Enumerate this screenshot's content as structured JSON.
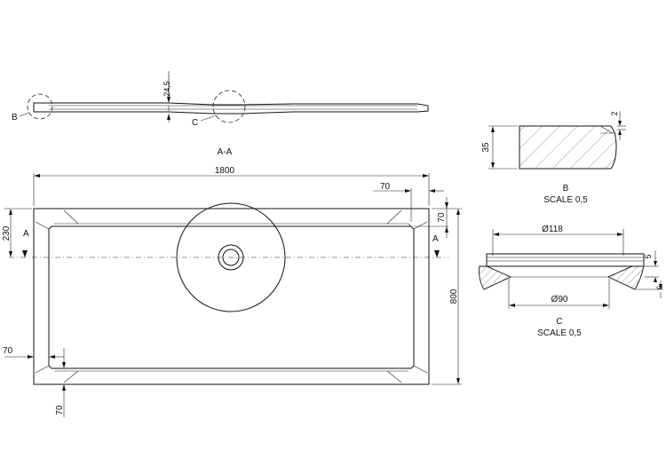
{
  "section": {
    "label": "A-A",
    "thickness": "24,5",
    "detail_b": "B",
    "detail_c": "C"
  },
  "plan": {
    "width": "1800",
    "depth": "800",
    "rim_top_right": "70",
    "rim_right": "70",
    "drain_offset": "230",
    "rim_left": "70",
    "rim_bottom": "70",
    "section_mark_left": "A",
    "section_mark_right": "A"
  },
  "detail_b": {
    "height": "35",
    "lip": "2",
    "title": "B",
    "scale": "SCALE 0,5"
  },
  "detail_c": {
    "outer_diameter": "Ø118",
    "inner_diameter": "Ø90",
    "dim_5": "5",
    "dim_6": "6",
    "title": "C",
    "scale": "SCALE 0,5"
  }
}
